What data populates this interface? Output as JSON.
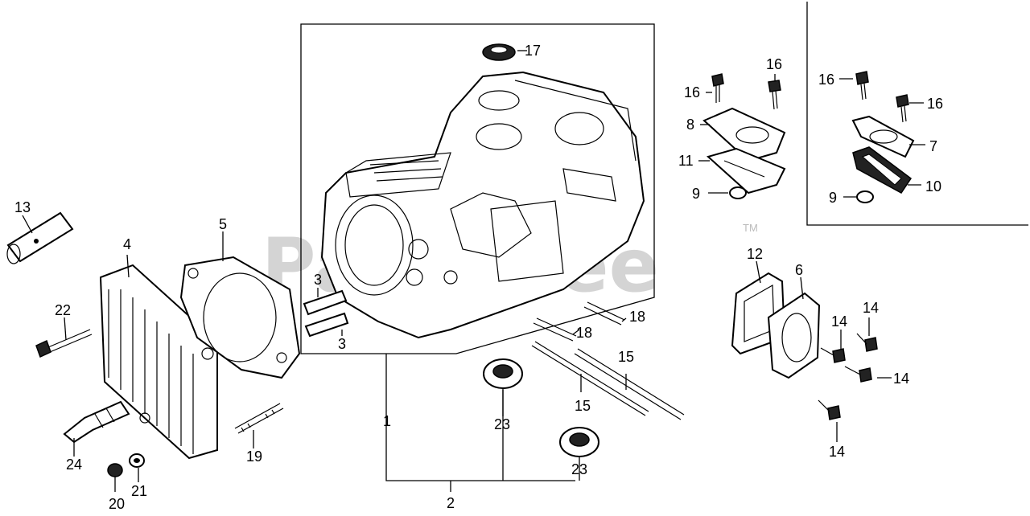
{
  "watermark": {
    "text": "PartsTree",
    "trademark": "TM"
  },
  "callouts": {
    "c1": "1",
    "c2": "2",
    "c3a": "3",
    "c3b": "3",
    "c4": "4",
    "c5": "5",
    "c6": "6",
    "c7": "7",
    "c8": "8",
    "c9a": "9",
    "c9b": "9",
    "c10": "10",
    "c11": "11",
    "c12": "12",
    "c13": "13",
    "c14a": "14",
    "c14b": "14",
    "c14c": "14",
    "c14d": "14",
    "c15a": "15",
    "c15b": "15",
    "c16a": "16",
    "c16b": "16",
    "c16c": "16",
    "c16d": "16",
    "c17": "17",
    "c18a": "18",
    "c18b": "18",
    "c19": "19",
    "c20": "20",
    "c21": "21",
    "c22": "22",
    "c23a": "23",
    "c23b": "23",
    "c24": "24"
  }
}
